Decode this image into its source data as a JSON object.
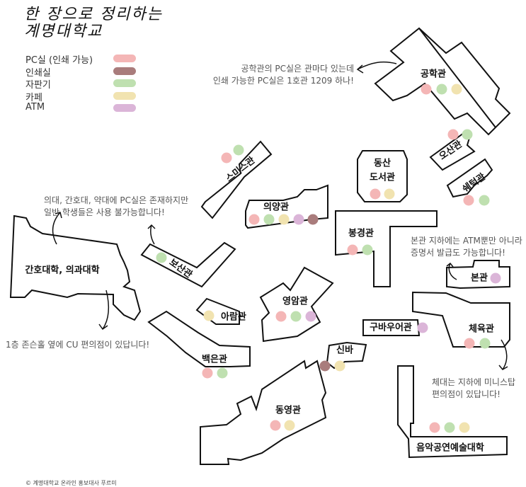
{
  "title": {
    "line1": "한 장으로 정리하는",
    "line2": "계명대학교"
  },
  "colors": {
    "pc": "#f4b6b6",
    "print": "#a97c7c",
    "vending": "#bfe0b0",
    "cafe": "#f1e3b0",
    "atm": "#dbb5d8"
  },
  "legend": [
    {
      "key": "pc",
      "label": "PC실 (인쇄 가능)"
    },
    {
      "key": "print",
      "label": "인쇄실"
    },
    {
      "key": "vending",
      "label": "자판기"
    },
    {
      "key": "cafe",
      "label": "카페"
    },
    {
      "key": "atm",
      "label": "ATM"
    }
  ],
  "buildings": [
    {
      "name": "공학관",
      "facilities": [
        "pc",
        "vending",
        "cafe"
      ]
    },
    {
      "name": "오산관",
      "facilities": [
        "pc",
        "vending"
      ]
    },
    {
      "name": "쉐턱관",
      "facilities": [
        "pc",
        "vending"
      ]
    },
    {
      "name": "동산\n도서관",
      "facilities": [
        "pc",
        "cafe"
      ]
    },
    {
      "name": "스미스관",
      "facilities": [
        "pc",
        "vending"
      ]
    },
    {
      "name": "의양관",
      "facilities": [
        "pc",
        "vending",
        "cafe",
        "atm",
        "print"
      ]
    },
    {
      "name": "봉경관",
      "facilities": [
        "pc",
        "vending"
      ]
    },
    {
      "name": "본관",
      "facilities": [
        "atm"
      ]
    },
    {
      "name": "체육관",
      "facilities": [
        "pc",
        "vending"
      ]
    },
    {
      "name": "구바우어관",
      "facilities": [
        "atm"
      ]
    },
    {
      "name": "영암관",
      "facilities": [
        "pc",
        "vending",
        "atm"
      ]
    },
    {
      "name": "신바",
      "facilities": [
        "print",
        "cafe"
      ]
    },
    {
      "name": "동영관",
      "facilities": [
        "pc",
        "cafe"
      ]
    },
    {
      "name": "음악공연예술대학",
      "facilities": [
        "pc",
        "vending",
        "cafe"
      ]
    },
    {
      "name": "백은관",
      "facilities": [
        "pc",
        "vending"
      ]
    },
    {
      "name": "아람관",
      "facilities": [
        "cafe"
      ]
    },
    {
      "name": "보산관",
      "facilities": [
        "vending"
      ]
    },
    {
      "name": "간호대학, 의과대학",
      "facilities": []
    }
  ],
  "notes": {
    "engineering": [
      "공학관의 PC실은 관마다 있는데",
      "인쇄 가능한 PC실은 1호관 1209 하나!"
    ],
    "medical": [
      "의대, 간호대, 약대에 PC실은 존재하지만",
      "일반 학생들은 사용 불가능합니다!"
    ],
    "cu": [
      "1층 존슨홀 옆에 CU 편의점이 있답니다!"
    ],
    "main_hall": [
      "본관 지하에는 ATM뿐만 아니라",
      "증명서 발급도 가능합니다!"
    ],
    "gym": [
      "체대는 지하에 미니스탑",
      "편의점이 있답니다!"
    ]
  },
  "footer": "© 계명대학교 온라인 홍보대사 푸르미"
}
